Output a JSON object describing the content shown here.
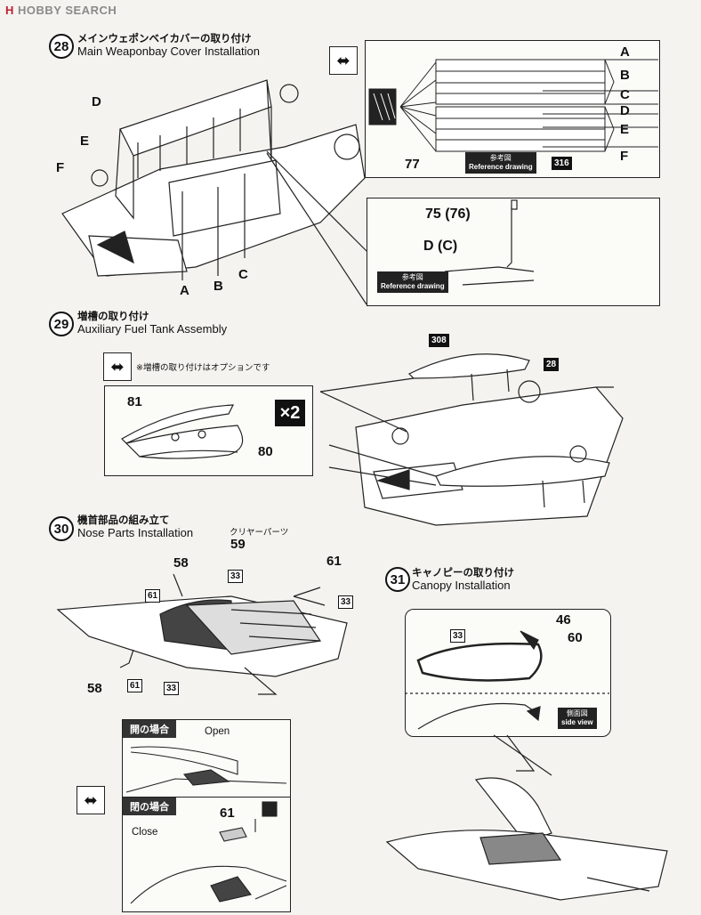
{
  "watermark": {
    "prefix": "H",
    "text": "HOBBY SEARCH"
  },
  "step28": {
    "number": "28",
    "title_jp": "メインウェポンベイカバーの取り付け",
    "title_en": "Main Weaponbay Cover Installation",
    "labels": {
      "A": "A",
      "B": "B",
      "C": "C",
      "D": "D",
      "E": "E",
      "F": "F"
    },
    "inset_right_labels": [
      "A",
      "B",
      "C",
      "D",
      "E",
      "F"
    ],
    "inset_part": "77",
    "inset_decal": "316",
    "ref_jp": "参考図",
    "ref_en": "Reference drawing",
    "detail_part": "75 (76)",
    "detail_ref": "D (C)"
  },
  "step29": {
    "number": "29",
    "title_jp": "増槽の取り付け",
    "title_en": "Auxiliary Fuel Tank Assembly",
    "note": "※増槽の取り付けはオプションです",
    "parts": [
      "81",
      "80"
    ],
    "multiplier": "×2",
    "decal": "308",
    "ref_step": "28"
  },
  "step30": {
    "number": "30",
    "title_jp": "機首部品の組み立て",
    "title_en": "Nose Parts Installation",
    "clear_parts": "クリヤーパーツ",
    "parts": {
      "p59": "59",
      "p58a": "58",
      "p61a": "61",
      "p61b": "61",
      "p33a": "33",
      "p33b": "33",
      "p58b": "58",
      "p61c": "61",
      "p33c": "33"
    },
    "open_jp": "開の場合",
    "open_en": "Open",
    "close_jp": "閉の場合",
    "close_en": "Close",
    "close_part": "61"
  },
  "step31": {
    "number": "31",
    "title_jp": "キャノピーの取り付け",
    "title_en": "Canopy Installation",
    "parts": {
      "p46": "46",
      "p60": "60",
      "p33": "33"
    },
    "side_jp": "側面図",
    "side_en": "side view"
  }
}
